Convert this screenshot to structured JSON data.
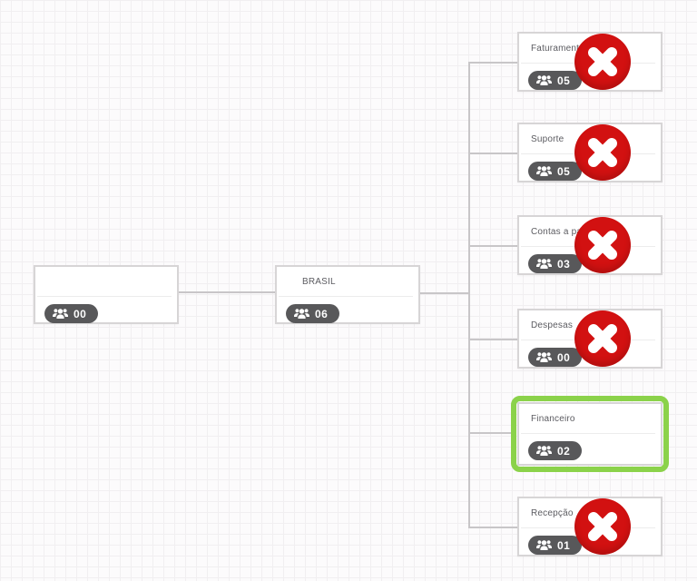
{
  "app": {
    "view": "organization-chart-canvas",
    "grid": "on"
  },
  "nodes": {
    "root": {
      "title": "",
      "count": "00",
      "deletable": true,
      "selected": false
    },
    "brasil": {
      "title": "BRASIL",
      "count": "06",
      "deletable": false,
      "selected": false
    },
    "faturamento": {
      "title": "Faturamento",
      "count": "05",
      "deletable": true,
      "selected": false
    },
    "suporte": {
      "title": "Suporte",
      "count": "05",
      "deletable": true,
      "selected": false
    },
    "contas_a_pagar": {
      "title": "Contas a pagar",
      "count": "03",
      "deletable": true,
      "selected": false
    },
    "despesas": {
      "title": "Despesas",
      "count": "00",
      "deletable": true,
      "selected": false
    },
    "financeiro": {
      "title": "Financeiro",
      "count": "02",
      "deletable": false,
      "selected": true
    },
    "recepcao": {
      "title": "Recepção",
      "count": "01",
      "deletable": true,
      "selected": false
    }
  },
  "icons": {
    "badge_icon": "users-icon",
    "delete_icon": "x-mark-icon"
  },
  "colors": {
    "delete_red": "#d21111",
    "selection_green": "#8bd24a",
    "badge_gray": "#58585a",
    "connector_gray": "#c8c6c8",
    "card_border": "#d7d5d6",
    "title_text": "#5b5b60"
  }
}
